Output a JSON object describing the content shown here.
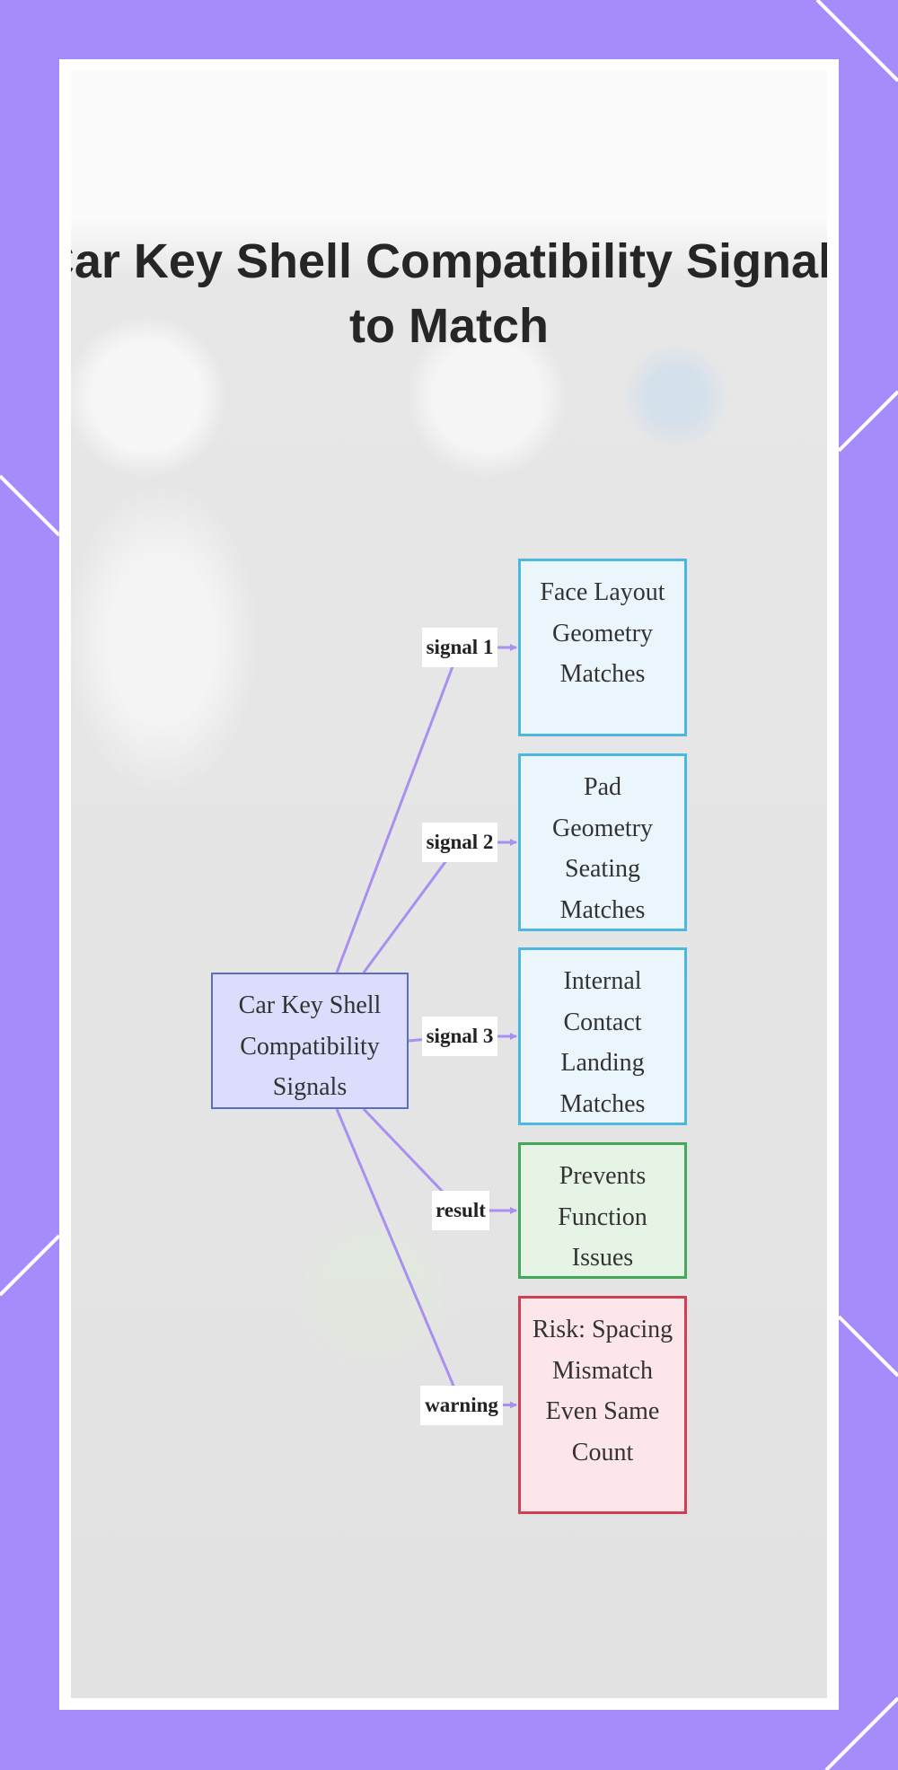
{
  "title": {
    "line1": "Car Key Shell Compatibility Signals",
    "line2": "to Match"
  },
  "colors": {
    "page_background": "#a68bfa",
    "edge": "#a88ff0",
    "root_fill": "#dcdcfc",
    "root_border": "#5b6fc2",
    "signal_fill": "#eaf6fc",
    "signal_border": "#4ab8e0",
    "result_fill": "#e6f4e6",
    "result_border": "#44a85a",
    "warning_fill": "#fde6ea",
    "warning_border": "#d23e54"
  },
  "diagram": {
    "root": {
      "label": "Car Key Shell Compatibility Signals"
    },
    "nodes": [
      {
        "id": "face-layout",
        "kind": "signal",
        "label": "Face Layout Geometry Matches",
        "edge_label": "signal 1"
      },
      {
        "id": "pad-geometry",
        "kind": "signal",
        "label": "Pad Geometry Seating Matches",
        "edge_label": "signal 2"
      },
      {
        "id": "internal-contact",
        "kind": "signal",
        "label": "Internal Contact Landing Matches",
        "edge_label": "signal 3"
      },
      {
        "id": "prevents-issues",
        "kind": "result",
        "label": "Prevents Function Issues",
        "edge_label": "result"
      },
      {
        "id": "spacing-risk",
        "kind": "warning",
        "label": "Risk: Spacing Mismatch Even Same Count",
        "edge_label": "warning"
      }
    ]
  }
}
